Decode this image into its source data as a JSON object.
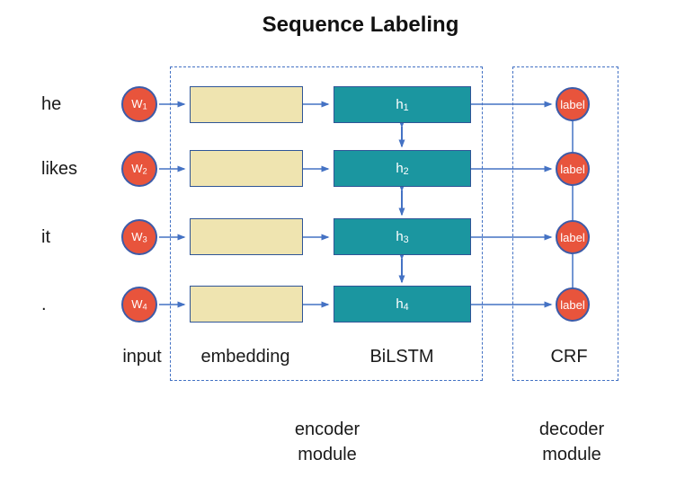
{
  "title": "Sequence Labeling",
  "rows": [
    {
      "word": "he",
      "input_main": "W",
      "input_sub": "1",
      "hidden_main": "h",
      "hidden_sub": "1",
      "output": "label"
    },
    {
      "word": "likes",
      "input_main": "W",
      "input_sub": "2",
      "hidden_main": "h",
      "hidden_sub": "2",
      "output": "label"
    },
    {
      "word": "it",
      "input_main": "W",
      "input_sub": "3",
      "hidden_main": "h",
      "hidden_sub": "3",
      "output": "label"
    },
    {
      "word": ".",
      "input_main": "W",
      "input_sub": "4",
      "hidden_main": "h",
      "hidden_sub": "4",
      "output": "label"
    }
  ],
  "columns": {
    "input": "input",
    "embedding": "embedding",
    "bilstm": "BiLSTM",
    "crf": "CRF"
  },
  "modules": {
    "encoder": "encoder module",
    "decoder": "decoder module"
  },
  "colors": {
    "node_red": "#e8543c",
    "hidden_teal": "#1b96a0",
    "embedding_cream": "#efe4b0",
    "arrow_blue": "#4472c4",
    "box_border": "#2f5597",
    "circle_border": "#3c5ba8"
  }
}
